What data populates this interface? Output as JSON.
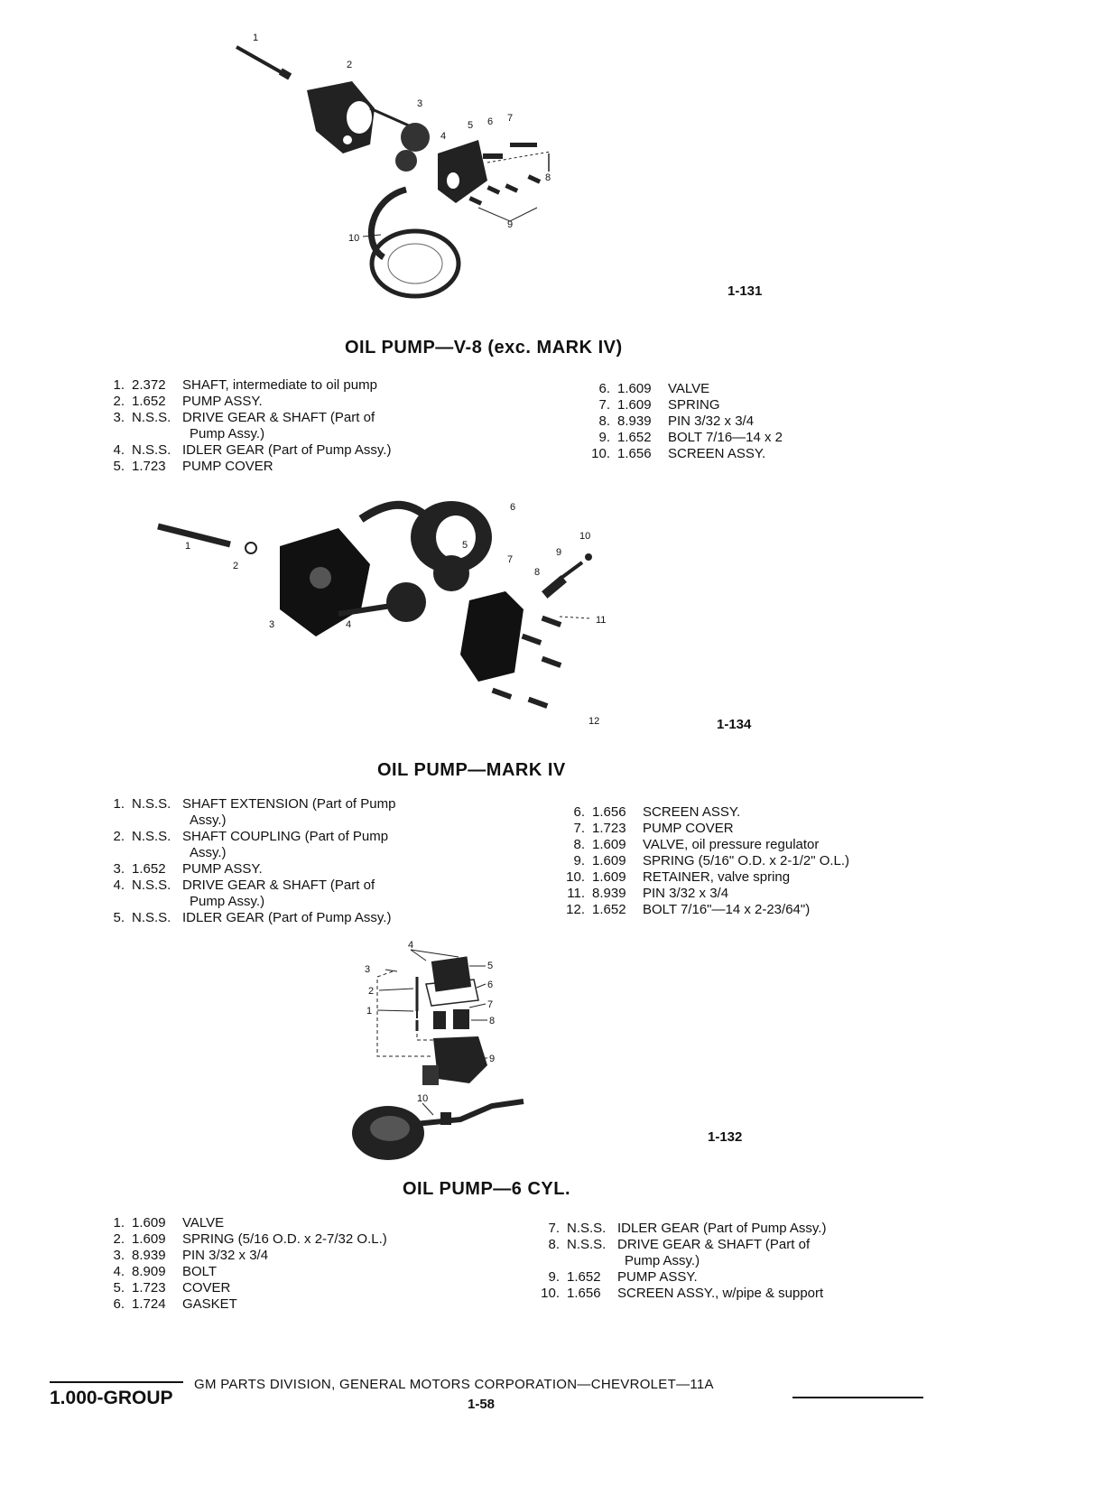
{
  "sections": [
    {
      "figure": "1-131",
      "title": "OIL PUMP—V-8 (exc. MARK IV)",
      "callouts": [
        "1",
        "2",
        "3",
        "4",
        "5",
        "6",
        "7",
        "8",
        "9",
        "10"
      ],
      "left": [
        {
          "n": "1.",
          "p": "2.372",
          "d": "SHAFT, intermediate to oil pump",
          "c": ""
        },
        {
          "n": "2.",
          "p": "1.652",
          "d": "PUMP ASSY.",
          "c": ""
        },
        {
          "n": "3.",
          "p": "N.S.S.",
          "d": "DRIVE GEAR & SHAFT (Part of",
          "c": "Pump Assy.)"
        },
        {
          "n": "4.",
          "p": "N.S.S.",
          "d": "IDLER GEAR (Part of Pump Assy.)",
          "c": ""
        },
        {
          "n": "5.",
          "p": "1.723",
          "d": "PUMP COVER",
          "c": ""
        }
      ],
      "right": [
        {
          "n": "6.",
          "p": "1.609",
          "d": "VALVE",
          "c": ""
        },
        {
          "n": "7.",
          "p": "1.609",
          "d": "SPRING",
          "c": ""
        },
        {
          "n": "8.",
          "p": "8.939",
          "d": "PIN 3/32 x 3/4",
          "c": ""
        },
        {
          "n": "9.",
          "p": "1.652",
          "d": "BOLT 7/16—14 x 2",
          "c": ""
        },
        {
          "n": "10.",
          "p": "1.656",
          "d": "SCREEN ASSY.",
          "c": ""
        }
      ]
    },
    {
      "figure": "1-134",
      "title": "OIL PUMP—MARK IV",
      "callouts": [
        "1",
        "2",
        "3",
        "4",
        "5",
        "6",
        "7",
        "8",
        "9",
        "10",
        "11",
        "12"
      ],
      "left": [
        {
          "n": "1.",
          "p": "N.S.S.",
          "d": "SHAFT EXTENSION (Part of Pump",
          "c": "Assy.)"
        },
        {
          "n": "2.",
          "p": "N.S.S.",
          "d": "SHAFT COUPLING (Part of Pump",
          "c": "Assy.)"
        },
        {
          "n": "3.",
          "p": "1.652",
          "d": "PUMP ASSY.",
          "c": ""
        },
        {
          "n": "4.",
          "p": "N.S.S.",
          "d": "DRIVE GEAR & SHAFT (Part of",
          "c": "Pump Assy.)"
        },
        {
          "n": "5.",
          "p": "N.S.S.",
          "d": "IDLER GEAR (Part of Pump Assy.)",
          "c": ""
        }
      ],
      "right": [
        {
          "n": "6.",
          "p": "1.656",
          "d": "SCREEN ASSY.",
          "c": ""
        },
        {
          "n": "7.",
          "p": "1.723",
          "d": "PUMP COVER",
          "c": ""
        },
        {
          "n": "8.",
          "p": "1.609",
          "d": "VALVE, oil pressure regulator",
          "c": ""
        },
        {
          "n": "9.",
          "p": "1.609",
          "d": "SPRING (5/16\" O.D. x 2-1/2\" O.L.)",
          "c": ""
        },
        {
          "n": "10.",
          "p": "1.609",
          "d": "RETAINER, valve spring",
          "c": ""
        },
        {
          "n": "11.",
          "p": "8.939",
          "d": "PIN 3/32 x 3/4",
          "c": ""
        },
        {
          "n": "12.",
          "p": "1.652",
          "d": "BOLT 7/16\"—14 x 2-23/64\")",
          "c": ""
        }
      ]
    },
    {
      "figure": "1-132",
      "title": "OIL PUMP—6 CYL.",
      "callouts": [
        "1",
        "2",
        "3",
        "4",
        "5",
        "6",
        "7",
        "8",
        "9",
        "10"
      ],
      "left": [
        {
          "n": "1.",
          "p": "1.609",
          "d": "VALVE",
          "c": ""
        },
        {
          "n": "2.",
          "p": "1.609",
          "d": "SPRING (5/16 O.D. x 2-7/32 O.L.)",
          "c": ""
        },
        {
          "n": "3.",
          "p": "8.939",
          "d": "PIN 3/32 x 3/4",
          "c": ""
        },
        {
          "n": "4.",
          "p": "8.909",
          "d": "BOLT",
          "c": ""
        },
        {
          "n": "5.",
          "p": "1.723",
          "d": "COVER",
          "c": ""
        },
        {
          "n": "6.",
          "p": "1.724",
          "d": "GASKET",
          "c": ""
        }
      ],
      "right": [
        {
          "n": "7.",
          "p": "N.S.S.",
          "d": "IDLER GEAR (Part of Pump Assy.)",
          "c": ""
        },
        {
          "n": "8.",
          "p": "N.S.S.",
          "d": "DRIVE GEAR & SHAFT (Part of",
          "c": "Pump Assy.)"
        },
        {
          "n": "9.",
          "p": "1.652",
          "d": "PUMP ASSY.",
          "c": ""
        },
        {
          "n": "10.",
          "p": "1.656",
          "d": "SCREEN ASSY., w/pipe & support",
          "c": ""
        }
      ]
    }
  ],
  "footer": {
    "group": "1.000-GROUP",
    "text": "GM PARTS DIVISION, GENERAL MOTORS CORPORATION—CHEVROLET—11A",
    "page": "1-58"
  }
}
